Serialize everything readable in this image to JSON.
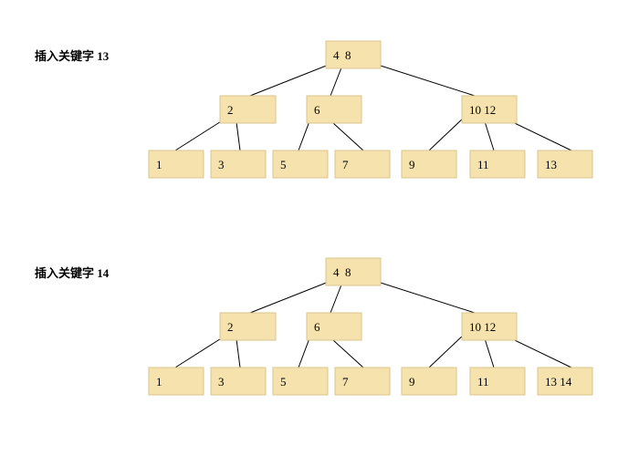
{
  "diagrams": [
    {
      "caption": "插入关键字 13",
      "root": {
        "label": "4  8"
      },
      "internal": [
        {
          "label": "2"
        },
        {
          "label": "6"
        },
        {
          "label": "10 12"
        }
      ],
      "leaves": [
        {
          "label": "1"
        },
        {
          "label": "3"
        },
        {
          "label": "5"
        },
        {
          "label": "7"
        },
        {
          "label": "9"
        },
        {
          "label": "11"
        },
        {
          "label": "13"
        }
      ]
    },
    {
      "caption": "插入关键字 14",
      "root": {
        "label": "4  8"
      },
      "internal": [
        {
          "label": "2"
        },
        {
          "label": "6"
        },
        {
          "label": "10 12"
        }
      ],
      "leaves": [
        {
          "label": "1"
        },
        {
          "label": "3"
        },
        {
          "label": "5"
        },
        {
          "label": "7"
        },
        {
          "label": "9"
        },
        {
          "label": "11"
        },
        {
          "label": "13 14"
        }
      ]
    }
  ],
  "colors": {
    "node_fill": "#f5e2ac",
    "node_stroke": "#d8c48e",
    "edge": "#000000"
  }
}
